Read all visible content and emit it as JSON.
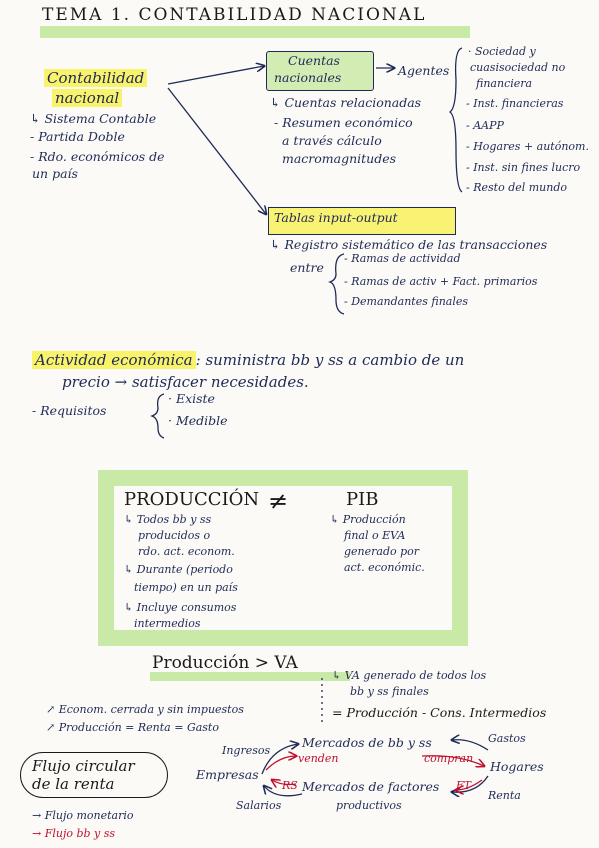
{
  "title": "TEMA 1. CONTABILIDAD NACIONAL",
  "contabilidad": {
    "heading1": "Contabilidad",
    "heading2": "nacional",
    "items": [
      "↳ Sistema Contable",
      "- Partida Doble",
      "- Rdo. económicos de",
      "un país"
    ]
  },
  "cuentas": {
    "heading1": "Cuentas",
    "heading2": "nacionales",
    "agentes_label": "Agentes",
    "relacionadas": "↳ Cuentas relacionadas",
    "resumen": [
      "- Resumen económico",
      "a través cálculo",
      "macromagnitudes"
    ],
    "agentes_list": [
      "· Sociedad y",
      "cuasisociedad no",
      "financiera",
      "- Inst. financieras",
      "- AAPP",
      "- Hogares + autónom.",
      "- Inst. sin fines lucro",
      "- Resto del mundo"
    ]
  },
  "tablas": {
    "heading": "Tablas input-output",
    "registro": "↳ Registro sistemático de las transacciones",
    "entre": "entre",
    "items": [
      "- Ramas de actividad",
      "- Ramas de activ + Fact. primarios",
      "- Demandantes finales"
    ]
  },
  "actividad": {
    "heading": "Actividad económica",
    "line1_rest": ": suministra bb y ss a cambio de un",
    "line2": "precio → satisfacer necesidades.",
    "requisitos": "- Requisitos",
    "req_items": [
      "· Existe",
      "· Medible"
    ]
  },
  "produccion_pib": {
    "left_title": "PRODUCCIÓN",
    "neq": "≠",
    "right_title": "PIB",
    "left_items": [
      "↳ Todos bb y ss",
      "producidos o",
      "rdo. act. econom.",
      "↳ Durante (periodo",
      "tiempo) en un país",
      "↳ Incluye consumos",
      "intermedios"
    ],
    "right_items": [
      "↳ Producción",
      "final o EVA",
      "generado por",
      "act. económic."
    ]
  },
  "produccion_va": {
    "heading": "Producción > VA",
    "va_lines": [
      "↳ VA generado de todos los",
      "bb y ss finales"
    ],
    "eq": "= Producción - Cons. Intermedios",
    "conditions": [
      "↗ Econom. cerrada y sin impuestos",
      "↗ Producción = Renta = Gasto"
    ]
  },
  "flujo": {
    "oval_line1": "Flujo circular",
    "oval_line2": "de la renta",
    "legend": [
      "→ Flujo monetario",
      "→ Flujo bb y ss"
    ],
    "empresas": "Empresas",
    "hogares": "Hogares",
    "mercado_bbss": "Mercados de bb y ss",
    "mercado_factores": "Mercados de factores",
    "productivos": "productivos",
    "ingresos": "Ingresos",
    "gastos": "Gastos",
    "salarios": "Salarios",
    "renta": "Renta",
    "venden": "venden",
    "compran": "compran",
    "rs": "RS",
    "ft": "FT"
  },
  "colors": {
    "ink": "#1f2a57",
    "red_ink": "#c01032",
    "highlight_yellow": "#f8f03c",
    "highlight_green": "#a0dc64"
  }
}
